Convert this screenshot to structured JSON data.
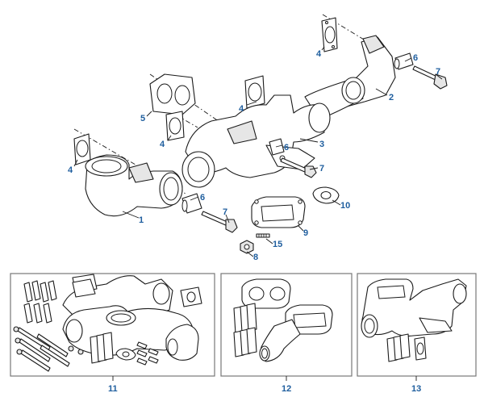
{
  "accent_color": "#1f5e9e",
  "callouts": {
    "c1": "1",
    "c2": "2",
    "c3": "3",
    "c4a": "4",
    "c4b": "4",
    "c4c": "4",
    "c4d": "4",
    "c5": "5",
    "c6a": "6",
    "c6b": "6",
    "c6c": "6",
    "c7a": "7",
    "c7b": "7",
    "c7c": "7",
    "c8": "8",
    "c9": "9",
    "c10": "10",
    "c11": "11",
    "c12": "12",
    "c13": "13",
    "c15": "15"
  }
}
